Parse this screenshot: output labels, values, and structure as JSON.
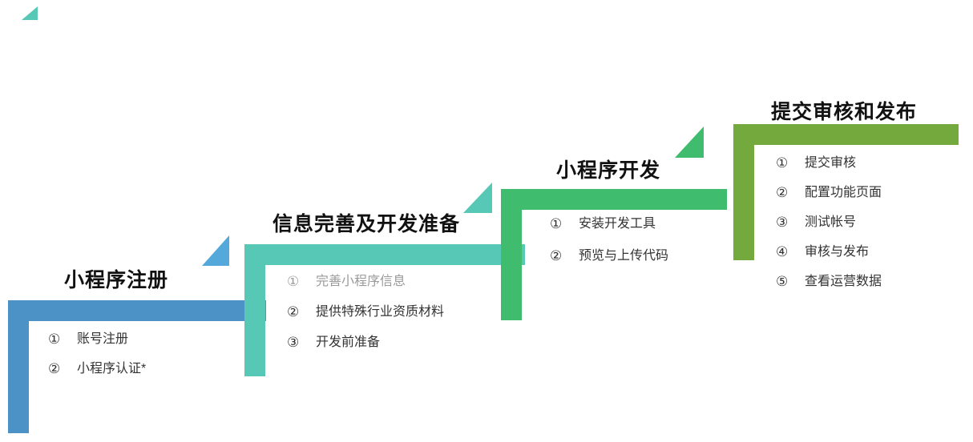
{
  "diagram": {
    "background_color": "#ffffff",
    "logo_mark": {
      "color": "#57c7b6"
    },
    "steps": [
      {
        "title": "小程序注册",
        "bar_color": "#4d92c7",
        "flag_color": "#55a9da",
        "items": [
          {
            "num": "①",
            "label": "账号注册"
          },
          {
            "num": "②",
            "label": "小程序认证*"
          }
        ]
      },
      {
        "title": "信息完善及开发准备",
        "bar_color": "#58c8b6",
        "flag_color": "#58c8b6",
        "items": [
          {
            "num": "①",
            "label": "完善小程序信息"
          },
          {
            "num": "②",
            "label": "提供特殊行业资质材料"
          },
          {
            "num": "③",
            "label": "开发前准备"
          }
        ]
      },
      {
        "title": "小程序开发",
        "bar_color": "#3fbc6e",
        "flag_color": "#3fbc6e",
        "items": [
          {
            "num": "①",
            "label": "安装开发工具"
          },
          {
            "num": "②",
            "label": "预览与上传代码"
          }
        ]
      },
      {
        "title": "提交审核和发布",
        "bar_color": "#74a93e",
        "items": [
          {
            "num": "①",
            "label": "提交审核"
          },
          {
            "num": "②",
            "label": "配置功能页面"
          },
          {
            "num": "③",
            "label": "测试帐号"
          },
          {
            "num": "④",
            "label": "审核与发布"
          },
          {
            "num": "⑤",
            "label": "查看运营数据"
          }
        ]
      }
    ]
  }
}
